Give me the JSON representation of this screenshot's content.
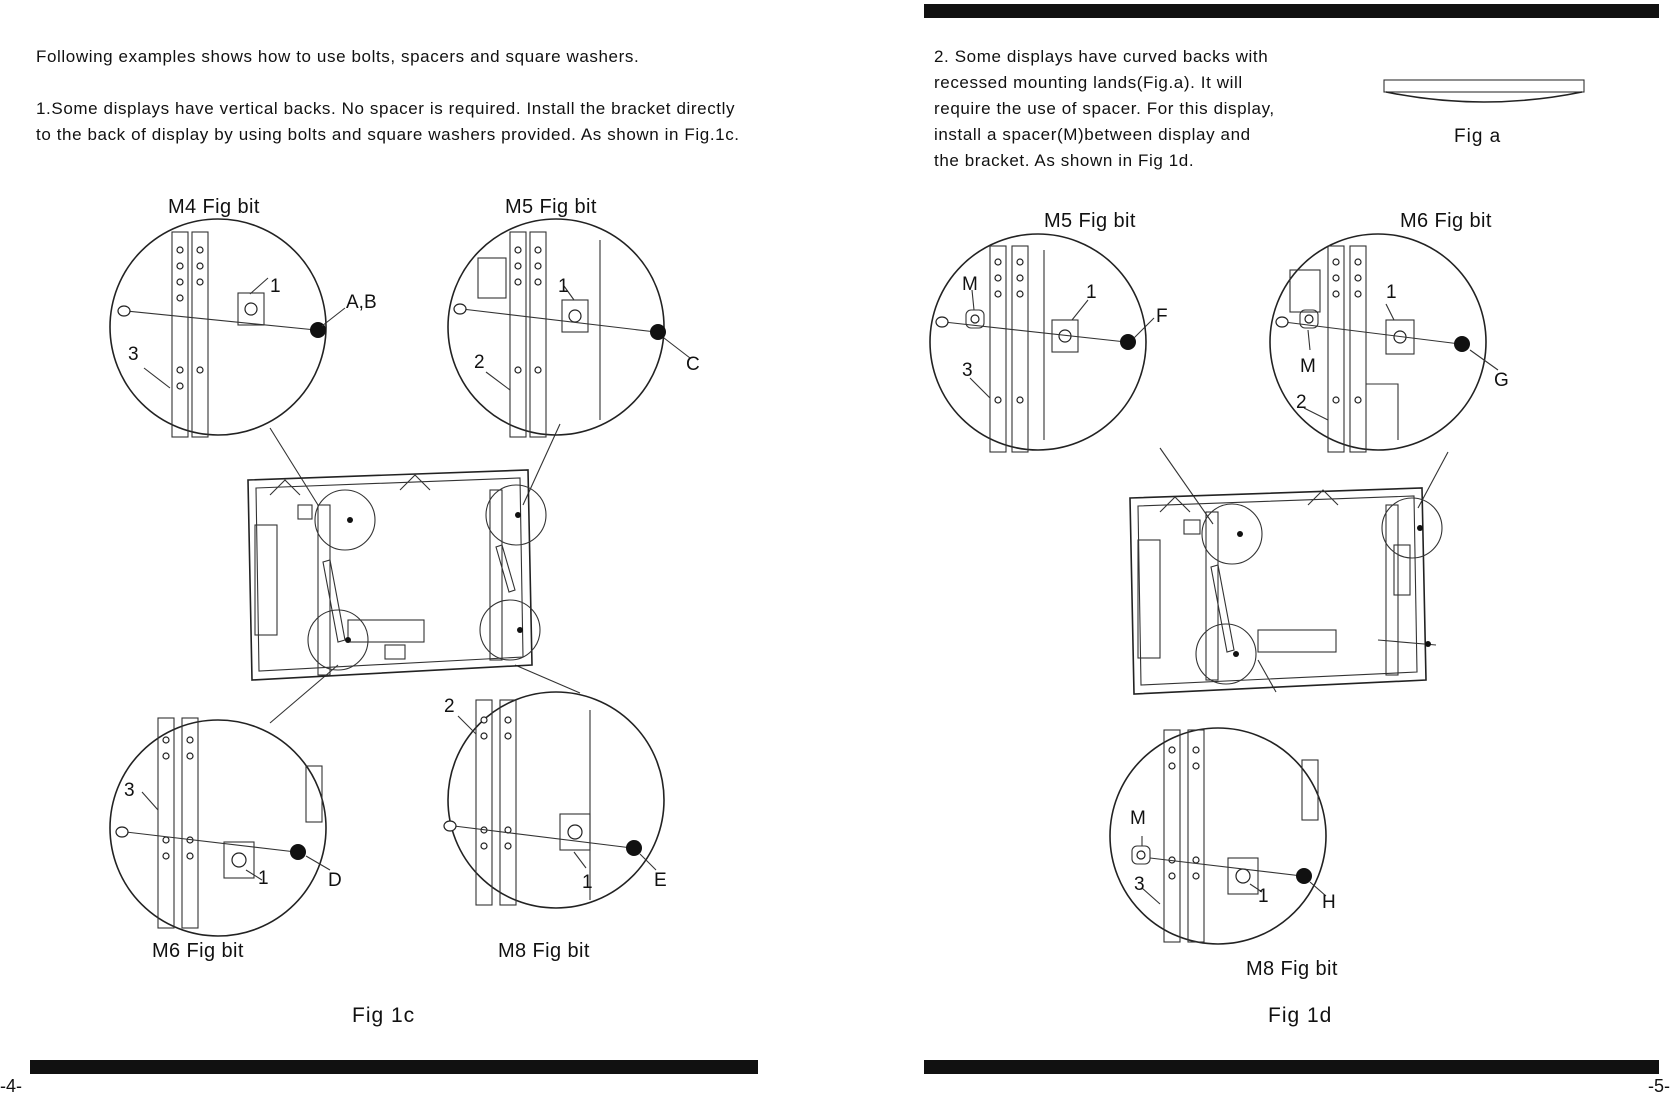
{
  "left_page": {
    "intro": "Following  examples shows how to use bolts, spacers and square washers.",
    "para1_line1": "1.Some displays have vertical backs. No spacer is required. Install the bracket directly",
    "para1_line2": "to the back of display by using bolts and square washers provided. As shown in Fig.1c.",
    "detail_labels": {
      "top_left": "M4  Fig bit",
      "top_right": "M5  Fig bit",
      "bottom_left": "M6 Fig bit",
      "bottom_right": "M8  Fig bit"
    },
    "callouts": {
      "m4_washer": "1",
      "m4_bolt": "A,B",
      "m4_rail": "3",
      "m5_washer": "1",
      "m5_rail": "2",
      "m5_bolt": "C",
      "m6_rail": "3",
      "m6_washer": "1",
      "m6_bolt": "D",
      "m8_rail": "2",
      "m8_washer": "1",
      "m8_bolt": "E"
    },
    "figure_caption": "Fig 1c",
    "page_number": "-4-"
  },
  "right_page": {
    "para2_line1": "2. Some displays have curved backs with",
    "para2_line2": "recessed mounting lands(Fig.a). It will",
    "para2_line3": "require the use of spacer. For this display,",
    "para2_line4": "install a spacer(M)between display and",
    "para2_line5": "the bracket. As shown in Fig 1d.",
    "fig_a_caption": "Fig a",
    "detail_labels": {
      "top_left": "M5  Fig bit",
      "top_right": "M6  Fig bit",
      "bottom": "M8  Fig bit"
    },
    "callouts": {
      "m5_spacer": "M",
      "m5_washer": "1",
      "m5_bolt": "F",
      "m5_rail": "3",
      "m6_washer": "1",
      "m6_spacer": "M",
      "m6_bolt": "G",
      "m6_rail": "2",
      "m8_spacer": "M",
      "m8_rail": "3",
      "m8_washer": "1",
      "m8_bolt": "H"
    },
    "figure_caption": "Fig 1d",
    "page_number": "-5-"
  }
}
